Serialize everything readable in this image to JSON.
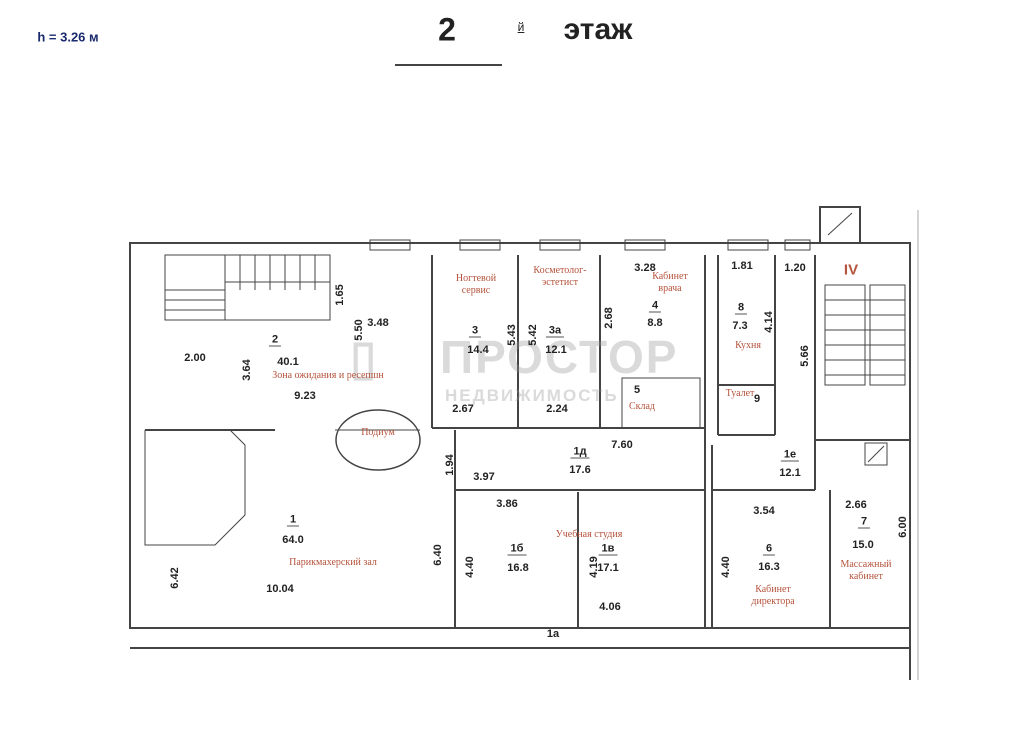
{
  "header": {
    "height_note": "h = 3.26 м",
    "floor_number": "2",
    "floor_suffix": "й",
    "floor_word": "этаж"
  },
  "watermark": {
    "line1": "ПРОСТОР",
    "line2": "НЕДВИЖИМОСТЬ"
  },
  "stair_label": "IV",
  "rooms": {
    "r1": {
      "num": "1",
      "area": "64.0",
      "name": "Парикмахерский зал"
    },
    "r1a": {
      "num": "1а"
    },
    "r1b": {
      "num": "1б",
      "area": "16.8"
    },
    "r1v": {
      "num": "1в",
      "area": "17.1"
    },
    "r1d": {
      "num": "1д",
      "area": "17.6"
    },
    "r1e": {
      "num": "1е",
      "area": "12.1"
    },
    "r2": {
      "num": "2",
      "area": "40.1",
      "name": "Зона ожидания и ресепшн"
    },
    "r3": {
      "num": "3",
      "area": "14.4",
      "name": "Ногтевой сервис"
    },
    "r3a": {
      "num": "3а",
      "area": "12.1",
      "name": "Косметолог-эстетист"
    },
    "r4": {
      "num": "4",
      "area": "8.8",
      "name": "Кабинет врача"
    },
    "r5": {
      "num": "5",
      "name": "Склад"
    },
    "r6": {
      "num": "6",
      "area": "16.3",
      "name": "Кабинет директора"
    },
    "r7": {
      "num": "7",
      "area": "15.0",
      "name": "Массажный кабинет"
    },
    "r8": {
      "num": "8",
      "area": "7.3",
      "name": "Кухня"
    },
    "r9": {
      "num": "9",
      "name": "Туалет"
    },
    "podium": {
      "name": "Подиум"
    },
    "study": {
      "name": "Учебная студия"
    }
  },
  "dims": [
    "3.48",
    "1.65",
    "2.00",
    "3.64",
    "9.23",
    "5.50",
    "5.43",
    "2.67",
    "5.42",
    "2.24",
    "3.28",
    "2.68",
    "7.60",
    "1.94",
    "3.97",
    "3.86",
    "4.40",
    "4.19",
    "4.06",
    "6.40",
    "6.42",
    "10.04",
    "1.81",
    "1.20",
    "4.14",
    "5.66",
    "3.54",
    "4.40",
    "2.66",
    "6.00"
  ]
}
